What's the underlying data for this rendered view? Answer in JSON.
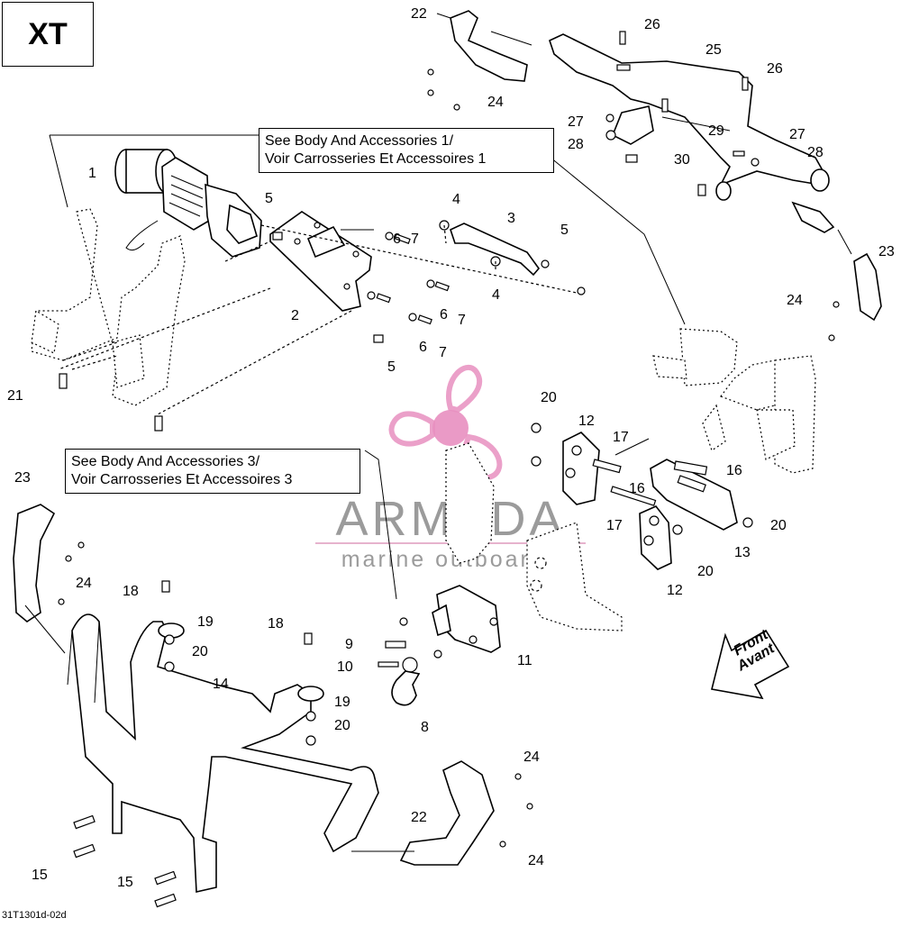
{
  "model_label": "XT",
  "drawing_code": "31T1301d-02d",
  "ref_boxes": [
    {
      "line1": "See Body And Accessories 1/",
      "line2": "Voir Carrosseries Et Accessoires 1"
    },
    {
      "line1": "See Body And Accessories 3/",
      "line2": "Voir Carrosseries Et Accessoires 3"
    }
  ],
  "front_arrow": {
    "line1": "Front",
    "line2": "Avant"
  },
  "watermark": {
    "name": "ARMADA",
    "subtitle": "marine outboards",
    "accent_color": "#e88fc0"
  },
  "callouts": {
    "c1": "1",
    "c2": "2",
    "c3": "3",
    "c4a": "4",
    "c4b": "4",
    "c5a": "5",
    "c5b": "5",
    "c5c": "5",
    "c6a": "6",
    "c6b": "6",
    "c6c": "6",
    "c7a": "7",
    "c7b": "7",
    "c7c": "7",
    "c8": "8",
    "c9": "9",
    "c10": "10",
    "c11": "11",
    "c12a": "12",
    "c12b": "12",
    "c13": "13",
    "c14": "14",
    "c15a": "15",
    "c15b": "15",
    "c16a": "16",
    "c16b": "16",
    "c17a": "17",
    "c17b": "17",
    "c18a": "18",
    "c18b": "18",
    "c19a": "19",
    "c19b": "19",
    "c20a": "20",
    "c20b": "20",
    "c20c": "20",
    "c20d": "20",
    "c20e": "20",
    "c21": "21",
    "c22a": "22",
    "c22b": "22",
    "c23a": "23",
    "c23b": "23",
    "c24a": "24",
    "c24b": "24",
    "c24c": "24",
    "c24d": "24",
    "c24e": "24",
    "c25": "25",
    "c26a": "26",
    "c26b": "26",
    "c27a": "27",
    "c27b": "27",
    "c28a": "28",
    "c28b": "28",
    "c29": "29",
    "c30": "30"
  }
}
